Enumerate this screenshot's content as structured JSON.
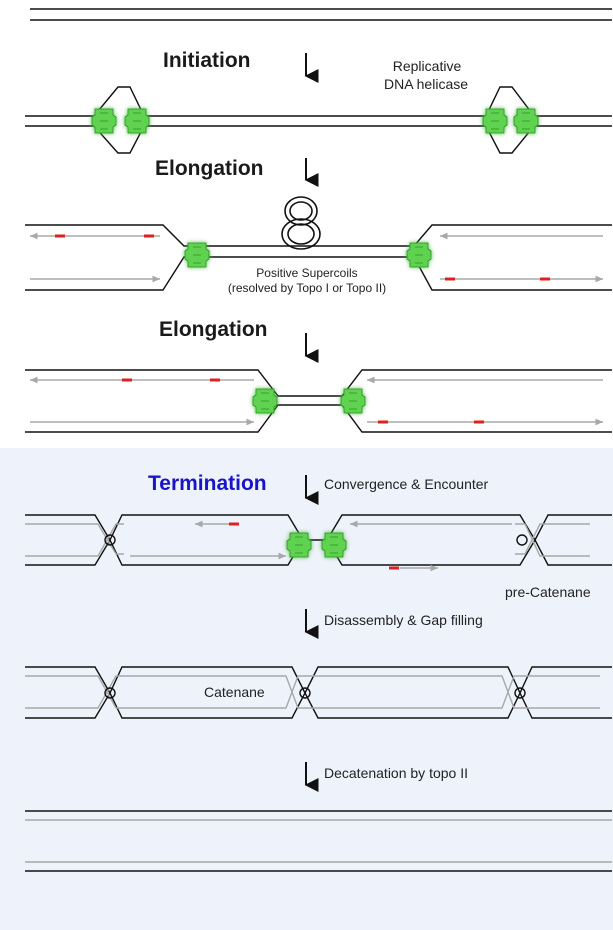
{
  "stages": {
    "initiation": "Initiation",
    "elongation_1": "Elongation",
    "elongation_2": "Elongation",
    "termination": "Termination"
  },
  "labels": {
    "helicase_line1": "Replicative",
    "helicase_line2": "DNA helicase",
    "supercoils_line1": "Positive Supercoils",
    "supercoils_line2": "(resolved by Topo I or Topo II)",
    "convergence": "Convergence & Encounter",
    "pre_catenane": "pre-Catenane",
    "disassembly": "Disassembly & Gap filling",
    "catenane": "Catenane",
    "decatenation": "Decatenation by topo II"
  },
  "colors": {
    "helicase": "#5fd24f",
    "primer": "#e02020",
    "new_strand": "#a8a8a8",
    "parental_strand": "#111111",
    "termination_title": "#1a14c8",
    "termination_background": "#eef3fb"
  },
  "icons": {
    "step_arrow": "down-arrow-icon",
    "helicase": "helicase-icon"
  }
}
